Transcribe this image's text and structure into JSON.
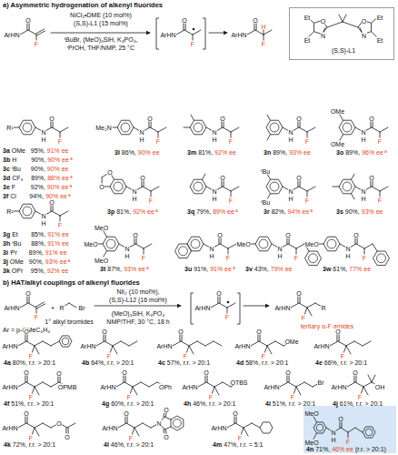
{
  "diagram": {
    "nodes": [
      {
        "text": [
          "O",
          "N",
          "N",
          "O",
          "Et",
          "Et",
          "Et",
          "Et",
          "(S,S)-L1"
        ]
      },
      {
        "text": [
          "N",
          "H",
          "O",
          "F",
          "MeO",
          "MeO",
          "4n",
          "71%,",
          "46% ee",
          "(r.r. > 20:1)"
        ]
      }
    ],
    "labels": [
      "a) Asymmetric hydrogenation of alkenyl fluorides",
      "ArHN",
      "O",
      "F",
      "NiCl₂•DME (10 mol%)",
      "(S,S)-L1 (15 mol%)",
      "ᵗBuBr, (MeO)₃SiH, K₃PO₄,",
      "ⁱPrOH, THF/NMP, 25 °C",
      "ArHN",
      "O",
      "F",
      "ArHN",
      "O",
      "F",
      "H",
      "N",
      "H",
      "O",
      "F",
      "R¹",
      "3a",
      "OMe",
      "95%,",
      "91% ee",
      "3b",
      "H",
      "90%,",
      "90% ee",
      "a",
      "3c",
      "ᵗBu",
      "90%,",
      "90% ee",
      "3d",
      "CF₃",
      "89%,",
      "88% ee",
      "a",
      "3e",
      "F",
      "92%,",
      "90% ee",
      "a",
      "3f",
      "Cl",
      "94%,",
      "90% ee",
      "a",
      "N",
      "H",
      "O",
      "F",
      "Me₂N",
      "3l",
      "86%,",
      "90% ee",
      "N",
      "H",
      "O",
      "F",
      "3m",
      "81%,",
      "92% ee",
      "N",
      "H",
      "O",
      "F",
      "3n",
      "89%,",
      "93% ee",
      "N",
      "H",
      "O",
      "F",
      "OMe",
      "OMe",
      "3o",
      "89%,",
      "96% ee",
      "a",
      "N",
      "H",
      "O",
      "F",
      "O",
      "O",
      "3p",
      "81%,",
      "92% ee",
      "a",
      "N",
      "H",
      "O",
      "F",
      "3q",
      "79%,",
      "89% ee",
      "a",
      "N",
      "H",
      "O",
      "F",
      "ᵗBu",
      "ᵗBu",
      "3r",
      "82%,",
      "94% ee",
      "a",
      "N",
      "H",
      "O",
      "F",
      "3s",
      "90%,",
      "93% ee",
      "N",
      "H",
      "O",
      "F",
      "R²",
      "3g",
      "Et",
      "85%,",
      "91% ee",
      "3h",
      "ᵗBu",
      "88%,",
      "91% ee",
      "3i",
      "ⁱPr",
      "89%,",
      "91% ee",
      "3j",
      "OMe",
      "90%,",
      "93% ee",
      "a",
      "3k",
      "OPr",
      "95%,",
      "92% ee",
      "N",
      "H",
      "O",
      "F",
      "MeO",
      "MeO",
      "MeO",
      "3t",
      "87%,",
      "93% ee",
      "a",
      "N",
      "H",
      "O",
      "F",
      "3u",
      "91%,",
      "91% ee",
      "a",
      "N",
      "H",
      "O",
      "F",
      "MeO",
      "3v",
      "43%,",
      "79% ee",
      "N",
      "H",
      "O",
      "F",
      "MeO",
      "3w",
      "61%,",
      "77% ee",
      "b) HAT/alkyl couplings of alkenyl fluorides",
      "ArHN",
      "O",
      "F",
      "+",
      "R",
      "Br",
      "1° alkyl bromides",
      "Ar = p-OMeC₆H₄",
      "NiI₂ (10 mol%),",
      "(S,S)-L12 (16 mol%)",
      "(MeO)₃SiH, K₃PO₄",
      "NMP/THF, 30 °C, 18 h",
      "ArHN",
      "O",
      "F",
      "ArHN",
      "O",
      "F",
      "R",
      "tertiary α-F amides",
      "ArHN",
      "O",
      "F",
      "4a",
      "80%, r.r. > 20:1",
      "ArHN",
      "O",
      "F",
      "4b",
      "64%, r.r. > 20:1",
      "ArHN",
      "O",
      "F",
      "4c",
      "57%, r.r. > 20:1",
      "ArHN",
      "O",
      "F",
      "OMe",
      "4d",
      "58%, r.r. > 20:1",
      "ArHN",
      "O",
      "F",
      "4e",
      "66%, r.r. > 20:1",
      "ArHN",
      "O",
      "F",
      "O",
      "OPMB",
      "4f",
      "51%, r.r. > 20:1",
      "ArHN",
      "O",
      "F",
      "OPh",
      "4g",
      "60%, r.r. > 20:1",
      "ArHN",
      "O",
      "F",
      "OTBS",
      "4h",
      "46%, r.r. > 20:1",
      "ArHN",
      "O",
      "F",
      "Br",
      "4i",
      "51%, r.r. > 20:1",
      "ArHN",
      "O",
      "F",
      "OH",
      "4j",
      "61%, r.r. > 20:1",
      "ArHN",
      "O",
      "F",
      "O",
      "O",
      "4k",
      "72%, r.r. > 20:1",
      "ArHN",
      "O",
      "F",
      "N",
      "O",
      "O",
      "4l",
      "46%, r.r. > 20:1",
      "ArHN",
      "O",
      "F",
      "4m",
      "47%, r.r. = 5:1"
    ]
  }
}
